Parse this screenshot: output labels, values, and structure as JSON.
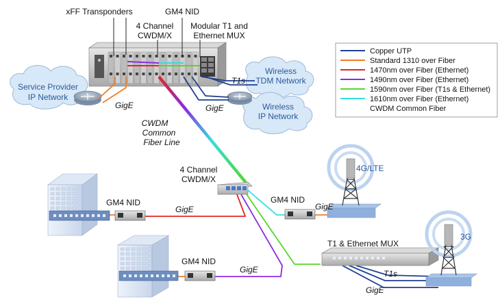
{
  "labels": {
    "xff_transponders": "xFF Transponders",
    "gm4_nid_top": "GM4 NID",
    "cwdm_top_line1": "4 Channel",
    "cwdm_top_line2": "CWDM/X",
    "mux_top_line1": "Modular T1 and",
    "mux_top_line2": "Ethernet MUX",
    "sp_cloud_line1": "Service Provider",
    "sp_cloud_line2": "IP Network",
    "tdm_cloud_line1": "Wireless",
    "tdm_cloud_line2": "TDM Network",
    "ip_cloud_line1": "Wireless",
    "ip_cloud_line2": "IP Network",
    "gige_sp": "GigE",
    "t1s_top": "T1s",
    "gige_top": "GigE",
    "cwdm_fiber_line1": "CWDM",
    "cwdm_fiber_line2": "Common",
    "cwdm_fiber_line3": "Fiber Line",
    "cwdm_mid_line1": "4 Channel",
    "cwdm_mid_line2": "CWDM/X",
    "gm4_nid_left": "GM4 NID",
    "gige_left": "GigE",
    "gm4_nid_right": "GM4 NID",
    "gige_right": "GigE",
    "gm4_nid_bottom": "GM4 NID",
    "gige_bottom": "GigE",
    "mux_bottom": "T1 & Ethernet MUX",
    "t1s_bottom": "T1s",
    "gige_mux": "GigE",
    "tower_4g": "4G/LTE",
    "tower_3g": "3G"
  },
  "legend": [
    {
      "label": "Copper UTP",
      "color": "#1f3f8f"
    },
    {
      "label": "Standard 1310 over Fiber",
      "color": "#f07d23"
    },
    {
      "label": "1470nm over Fiber (Ethernet)",
      "color": "#e32626"
    },
    {
      "label": "1490nm over Fiber (Ethernet)",
      "color": "#8a2be2"
    },
    {
      "label": "1590nm over Fiber (T1s & Ethernet)",
      "color": "#55d62a"
    },
    {
      "label": "1610nm over Fiber (Ethernet)",
      "color": "#35dde0"
    },
    {
      "label": "CWDM Common Fiber",
      "color": "gradient"
    }
  ],
  "colors": {
    "copper": "#1f3f8f",
    "std1310": "#f07d23",
    "nm1470": "#e32626",
    "nm1490": "#8a2be2",
    "nm1590": "#55d62a",
    "nm1610": "#35dde0",
    "cloud_fill": "#d7e8f8",
    "cloud_text": "#2a5a9a"
  }
}
